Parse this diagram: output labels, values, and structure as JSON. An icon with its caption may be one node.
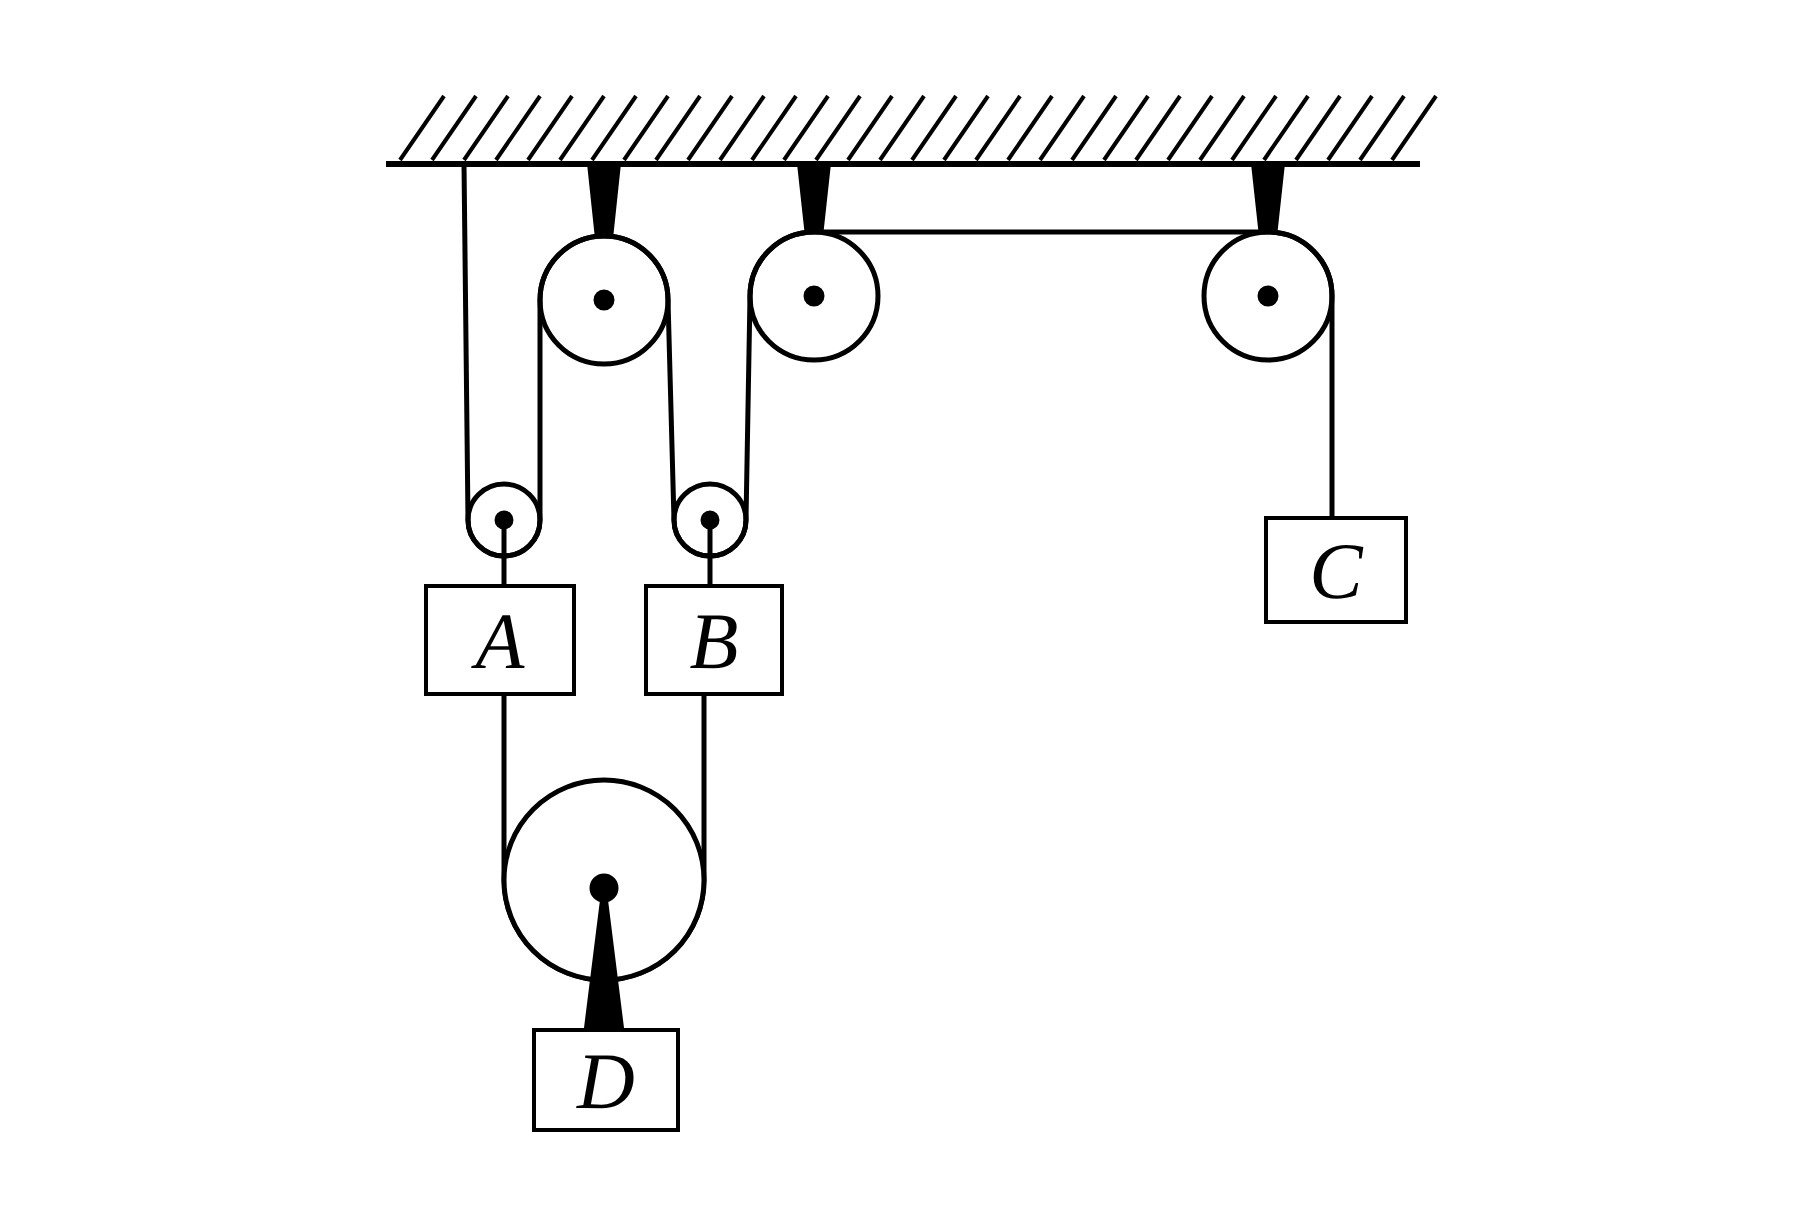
{
  "diagram": {
    "nodes": [
      {
        "text": [
          "A"
        ]
      },
      {
        "text": [
          "B"
        ]
      },
      {
        "text": [
          "C"
        ]
      },
      {
        "text": [
          "D"
        ]
      }
    ]
  }
}
